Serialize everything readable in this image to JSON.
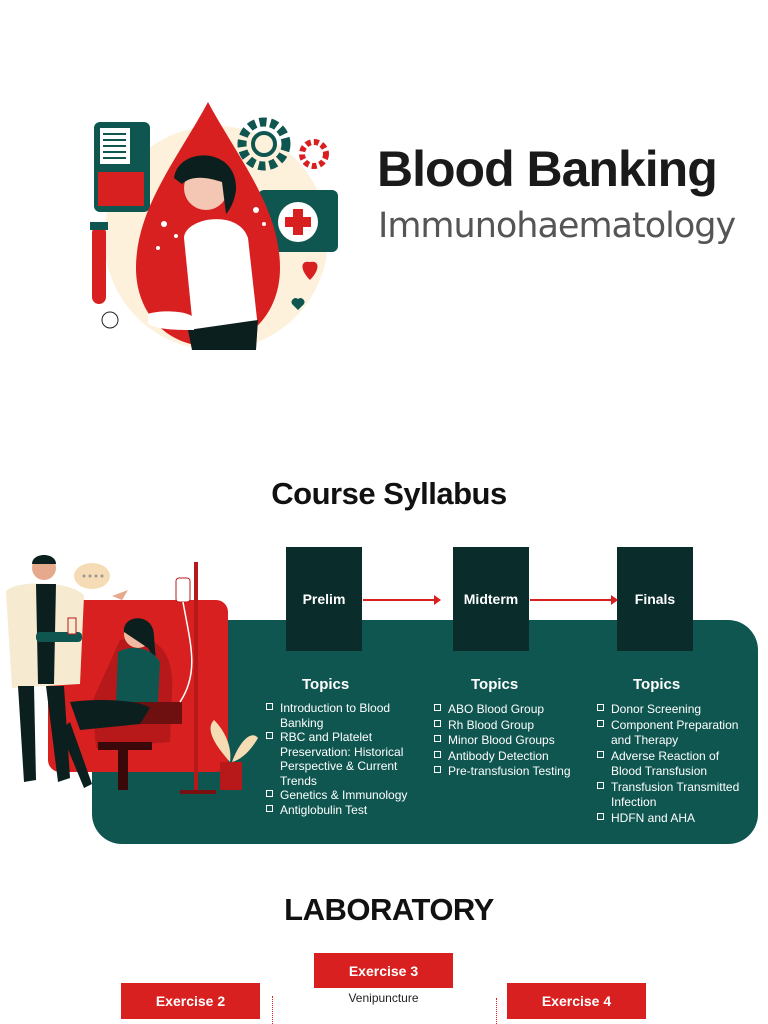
{
  "header": {
    "title": "Blood Banking",
    "subtitle": "Immunohaematology"
  },
  "syllabus": {
    "title": "Course Syllabus",
    "terms": [
      {
        "name": "Prelim",
        "topics_label": "Topics",
        "topics": [
          "Introduction to Blood Banking",
          "RBC and Platelet Preservation: Historical Perspective & Current Trends",
          "Genetics & Immunology",
          "Antiglobulin Test"
        ]
      },
      {
        "name": "Midterm",
        "topics_label": "Topics",
        "topics": [
          "ABO Blood Group",
          "Rh Blood Group",
          "Minor Blood Groups",
          "Antibody Detection",
          "Pre-transfusion Testing"
        ]
      },
      {
        "name": "Finals",
        "topics_label": "Topics",
        "topics": [
          "Donor Screening",
          "Component Preparation and Therapy",
          "Adverse Reaction of Blood Transfusion",
          "Transfusion Transmitted Infection",
          "HDFN and AHA"
        ]
      }
    ]
  },
  "laboratory": {
    "title": "LABORATORY",
    "exercises": [
      {
        "label": "Exercise 2",
        "caption": ""
      },
      {
        "label": "Exercise 3",
        "caption": "Venipuncture"
      },
      {
        "label": "Exercise 4",
        "caption": ""
      }
    ]
  },
  "colors": {
    "accent_red": "#d7201f",
    "panel_teal": "#0f5650",
    "term_box": "#0a2c2b"
  }
}
